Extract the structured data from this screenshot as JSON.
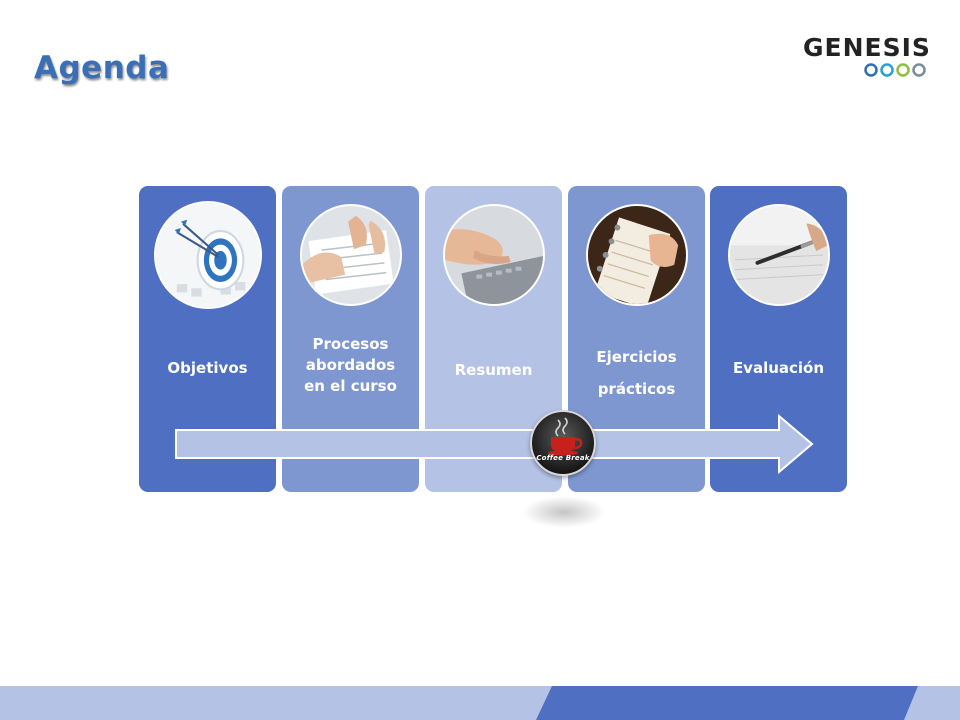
{
  "slide": {
    "title": "Agenda"
  },
  "logo": {
    "word": "GENESIS",
    "dot_colors": [
      "#2f6fb8",
      "#2a9fd6",
      "#8dbf3e",
      "#7a8b99"
    ]
  },
  "cards": [
    {
      "label": "Objetivos",
      "photo": "target-photo"
    },
    {
      "label": "Procesos\nabordados\nen el curso",
      "photo": "hands-documents-photo"
    },
    {
      "label": "Resumen",
      "photo": "hand-keyboard-photo"
    },
    {
      "label": "Ejercicios\nprácticos",
      "photo": "notebook-photo"
    },
    {
      "label": "Evaluación",
      "photo": "pen-writing-photo"
    }
  ],
  "coffee": {
    "label": "Coffee Break"
  },
  "colors": {
    "title": "#3a6fb6",
    "card_dark": "#4f6fc2",
    "card_mid": "#7f97d1",
    "card_light": "#b3c2e5",
    "arrow": "#b3c2e5",
    "footer_light": "#b3c2e5",
    "footer_dark": "#4f6fc2"
  }
}
